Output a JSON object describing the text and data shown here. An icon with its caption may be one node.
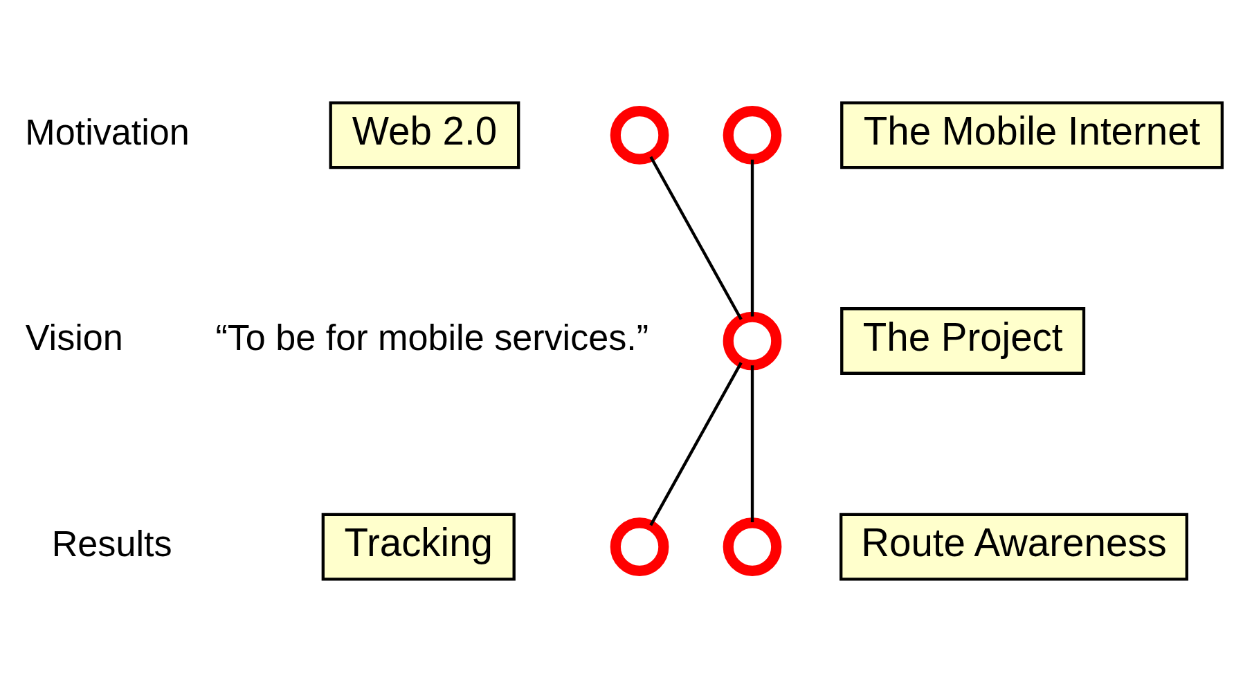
{
  "diagram": {
    "nodes": [
      {
        "text": [
          "Web 2.0"
        ]
      },
      {
        "text": [],
        "shape": "circle"
      },
      {
        "text": [],
        "shape": "circle"
      },
      {
        "text": [
          "The Mobile Internet"
        ]
      },
      {
        "text": [],
        "shape": "circle"
      },
      {
        "text": [
          "The Project"
        ]
      },
      {
        "text": [
          "Tracking"
        ]
      },
      {
        "text": [],
        "shape": "circle"
      },
      {
        "text": [],
        "shape": "circle"
      },
      {
        "text": [
          "Route Awareness"
        ]
      }
    ],
    "edges": [
      {
        "from": 1,
        "to": 4,
        "arrow": "none"
      },
      {
        "from": 2,
        "to": 4,
        "arrow": "none"
      },
      {
        "from": 4,
        "to": 7,
        "arrow": "none"
      },
      {
        "from": 4,
        "to": 8,
        "arrow": "none"
      }
    ],
    "labels": [
      "Motivation",
      "Vision",
      "“To be for mobile services.”",
      "Results"
    ]
  }
}
